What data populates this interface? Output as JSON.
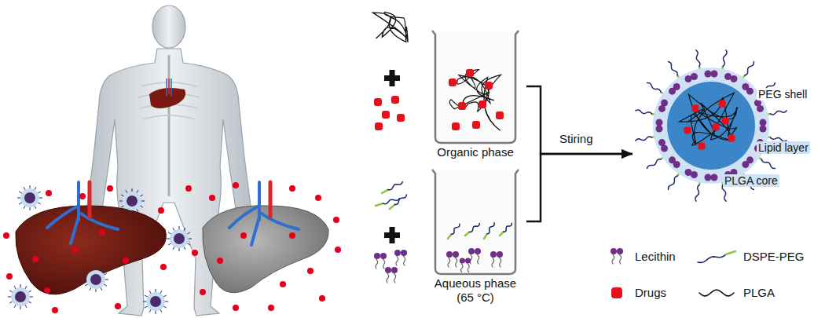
{
  "diagram": {
    "nodes": [
      {
        "text": [
          "Organic phase"
        ]
      },
      {
        "text": [
          "Aqueous phase (65 °C)"
        ]
      },
      {
        "text": [
          "PEG shell",
          "Lipid layer",
          "PLGA core"
        ]
      }
    ],
    "edges": [
      {
        "from": 0,
        "to": 2,
        "arrow": "to",
        "label": "Stiring"
      },
      {
        "from": 1,
        "to": 2,
        "arrow": "to"
      }
    ],
    "legend": [
      {
        "text": "Lecithin"
      },
      {
        "text": "DSPE-PEG"
      },
      {
        "text": "Drugs",
        "color": "#e8101c"
      },
      {
        "text": "PLGA"
      }
    ]
  }
}
